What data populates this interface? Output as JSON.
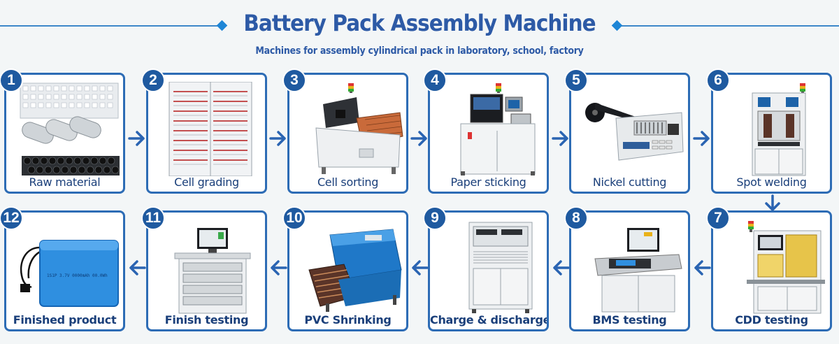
{
  "header": {
    "title": "Battery Pack Assembly Machine",
    "subtitle": "Machines for assembly cylindrical pack in laboratory, school, factory"
  },
  "colors": {
    "accent": "#2d5aa6",
    "border": "#2d6cb5",
    "badge": "#1f5aa0",
    "arrow": "#2a64b2"
  },
  "steps": [
    {
      "number": "1",
      "label": "Raw material"
    },
    {
      "number": "2",
      "label": "Cell grading"
    },
    {
      "number": "3",
      "label": "Cell sorting"
    },
    {
      "number": "4",
      "label": "Paper sticking"
    },
    {
      "number": "5",
      "label": "Nickel cutting"
    },
    {
      "number": "6",
      "label": "Spot welding"
    },
    {
      "number": "7",
      "label": "CDD testing"
    },
    {
      "number": "8",
      "label": "BMS testing"
    },
    {
      "number": "9",
      "label": "Charge & discharge"
    },
    {
      "number": "10",
      "label": "PVC Shrinking"
    },
    {
      "number": "11",
      "label": "Finish testing"
    },
    {
      "number": "12",
      "label": "Finished product"
    }
  ]
}
